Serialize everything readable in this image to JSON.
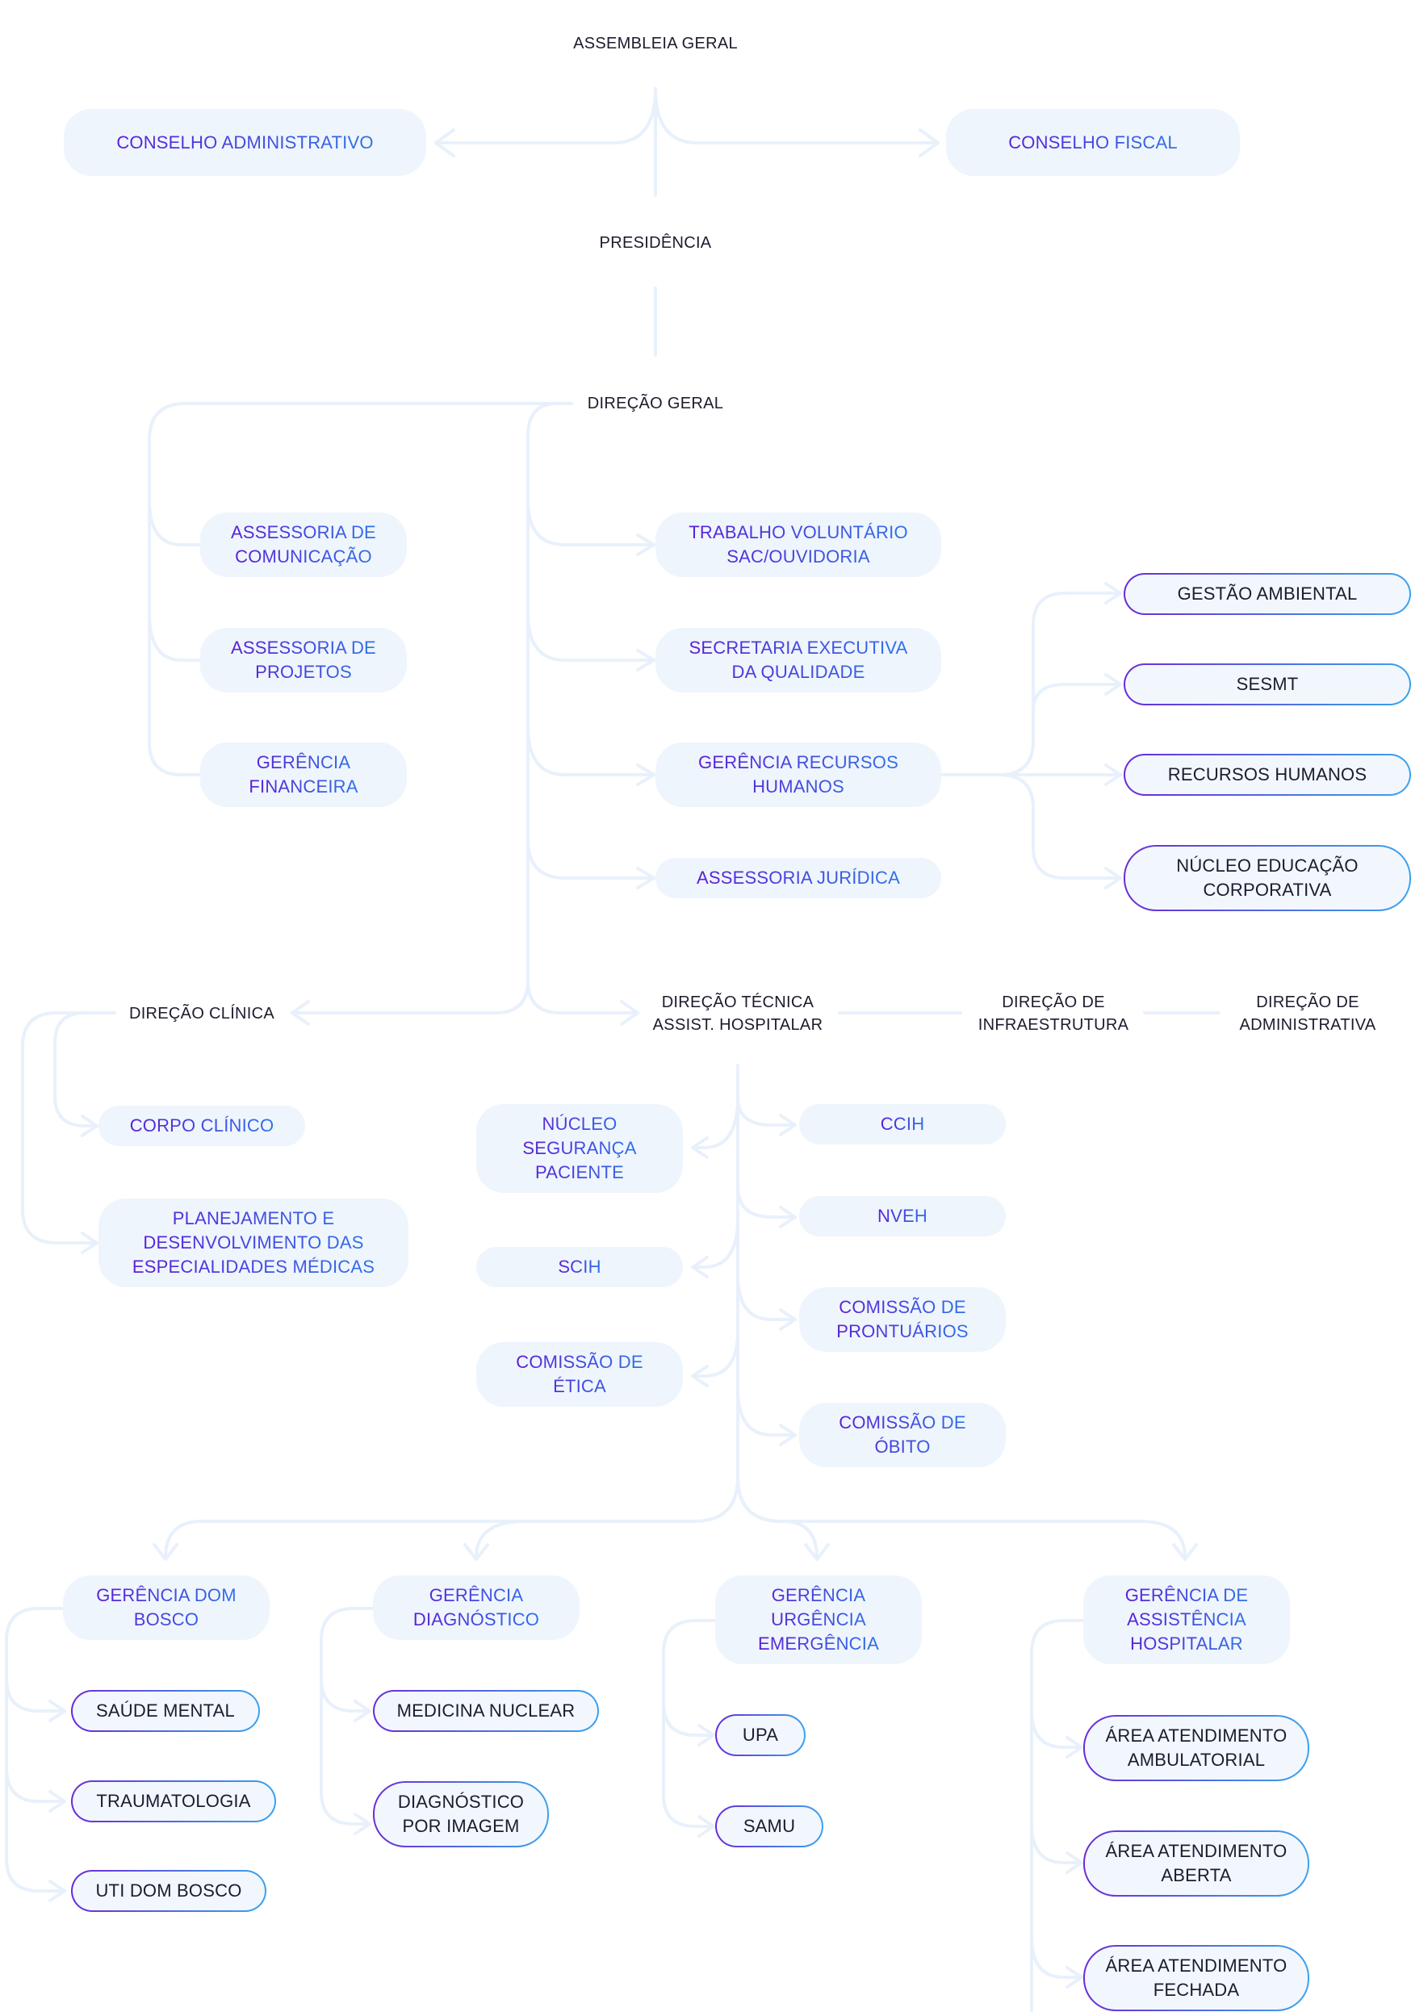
{
  "colors": {
    "line": "#e8f1fb",
    "pill_bg": "#eef5fd",
    "text_grad_start": "#5b1fd6",
    "text_grad_end": "#2f72e8",
    "outline_start": "#6a2bd8",
    "outline_end": "#3aa3ee",
    "label_text": "#1c1c2e"
  },
  "labels": {
    "assembleia": "ASSEMBLEIA GERAL",
    "presidencia": "PRESIDÊNCIA",
    "direcao_geral": "DIREÇÃO GERAL",
    "direcao_clinica": "DIREÇÃO CLÍNICA",
    "direcao_tecnica": "DIREÇÃO TÉCNICA\nASSIST. HOSPITALAR",
    "direcao_infra": "DIREÇÃO DE\nINFRAESTRUTURA",
    "direcao_adm": "DIREÇÃO DE\nADMINISTRATIVA"
  },
  "nodes": {
    "conselho_adm": "CONSELHO ADMINISTRATIVO",
    "conselho_fiscal": "CONSELHO FISCAL",
    "assessoria_comunicacao": "ASSESSORIA DE\nCOMUNICAÇÃO",
    "assessoria_projetos": "ASSESSORIA DE\nPROJETOS",
    "gerencia_financeira": "GERÊNCIA\nFINANCEIRA",
    "trabalho_voluntario": "TRABALHO VOLUNTÁRIO\nSAC/OUVIDORIA",
    "secretaria_qualidade": "SECRETARIA EXECUTIVA\nDA QUALIDADE",
    "gerencia_rh": "GERÊNCIA RECURSOS\nHUMANOS",
    "assessoria_juridica": "ASSESSORIA JURÍDICA",
    "gestao_ambiental": "GESTÃO AMBIENTAL",
    "sesmt": "SESMT",
    "recursos_humanos": "RECURSOS HUMANOS",
    "nucleo_educacao": "NÚCLEO EDUCAÇÃO\nCORPORATIVA",
    "corpo_clinico": "CORPO CLÍNICO",
    "planejamento": "PLANEJAMENTO E\nDESENVOLVIMENTO DAS\nESPECIALIDADES MÉDICAS",
    "nucleo_seguranca": "NÚCLEO\nSEGURANÇA\nPACIENTE",
    "scih": "SCIH",
    "comissao_etica": "COMISSÃO DE\nÉTICA",
    "ccih": "CCIH",
    "nveh": "NVEH",
    "comissao_prontuarios": "COMISSÃO DE\nPRONTUÁRIOS",
    "comissao_obito": "COMISSÃO DE\nÓBITO",
    "gerencia_dom_bosco": "GERÊNCIA DOM\nBOSCO",
    "gerencia_diagnostico": "GERÊNCIA\nDIAGNÓSTICO",
    "gerencia_urgencia": "GERÊNCIA\nURGÊNCIA\nEMERGÊNCIA",
    "gerencia_assistencia": "GERÊNCIA DE\nASSISTÊNCIA\nHOSPITALAR",
    "saude_mental": "SAÚDE MENTAL",
    "traumatologia": "TRAUMATOLOGIA",
    "uti_dom_bosco": "UTI DOM BOSCO",
    "medicina_nuclear": "MEDICINA NUCLEAR",
    "diagnostico_imagem": "DIAGNÓSTICO\nPOR IMAGEM",
    "upa": "UPA",
    "samu": "SAMU",
    "area_ambulatorial": "ÁREA ATENDIMENTO\nAMBULATORIAL",
    "area_aberta": "ÁREA ATENDIMENTO\nABERTA",
    "area_fechada": "ÁREA ATENDIMENTO\nFECHADA"
  }
}
